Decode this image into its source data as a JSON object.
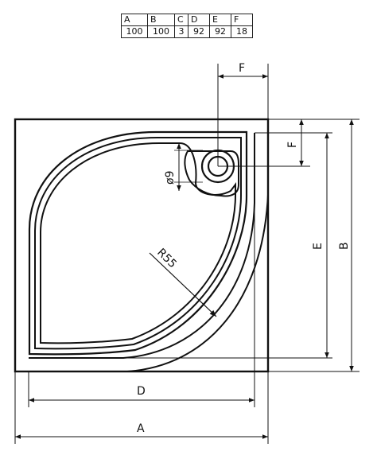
{
  "dimension_table": {
    "headers": [
      "A",
      "B",
      "C",
      "D",
      "E",
      "F"
    ],
    "values": [
      "100",
      "100",
      "3",
      "92",
      "92",
      "18"
    ]
  },
  "labels": {
    "a": "A",
    "b": "B",
    "d": "D",
    "e": "E",
    "f_top": "F",
    "f_right": "F",
    "radius": "R55",
    "drain": "ø9"
  }
}
